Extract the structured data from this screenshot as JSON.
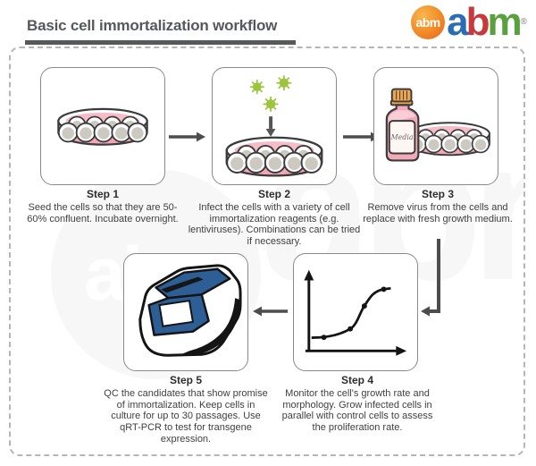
{
  "header": {
    "title": "Basic cell immortalization workflow",
    "logo": {
      "badge_text": "abm",
      "letters": [
        "a",
        "b",
        "m"
      ],
      "registered_mark": "®"
    }
  },
  "watermark": {
    "badge": "abm",
    "word": "abm",
    "reg": "®"
  },
  "steps": [
    {
      "title": "Step 1",
      "description": "Seed the cells so that they are 50-60% confluent. Incubate overnight.",
      "illustration": "petri-dish"
    },
    {
      "title": "Step 2",
      "description": "Infect the cells with a variety of cell immortalization reagents (e.g. lentiviruses). Combinations can be tried if necessary.",
      "illustration": "virus-particles-dropping-onto-petri-dish"
    },
    {
      "title": "Step 3",
      "description": "Remove virus from the cells and replace with fresh growth medium.",
      "illustration": "media-bottle-with-petri-dish",
      "bottle_label": "Media"
    },
    {
      "title": "Step 4",
      "description": "Monitor the cell's growth rate and morphology. Grow infected cells in parallel with control cells to assess the proliferation rate.",
      "illustration": "sigmoidal-growth-curve",
      "chart_note": {
        "type": "line",
        "shape": "sigmoid",
        "marked_points": 4,
        "axis_labels": "none"
      }
    },
    {
      "title": "Step 5",
      "description": "QC the candidates that show promise of immortalization. Keep cells in culture for up to 30 passages. Use qRT-PCR to test for transgene expression.",
      "illustration": "qpcr-machine"
    }
  ],
  "colors": {
    "title_gray": "#57585a",
    "arrow_gray": "#4d4d4d",
    "dish_pink": "#f2a7b6",
    "dish_pink_light": "#f6bcc8",
    "cell_gray": "#ccc9c1",
    "virus_green": "#9cc43c",
    "cap_orange": "#eda64f",
    "machine_blue": "#2d5e95",
    "brand_blue": "#2a6db6",
    "brand_red": "#c8393b",
    "brand_green": "#5aa13e",
    "brand_orange": "#f08a28"
  }
}
